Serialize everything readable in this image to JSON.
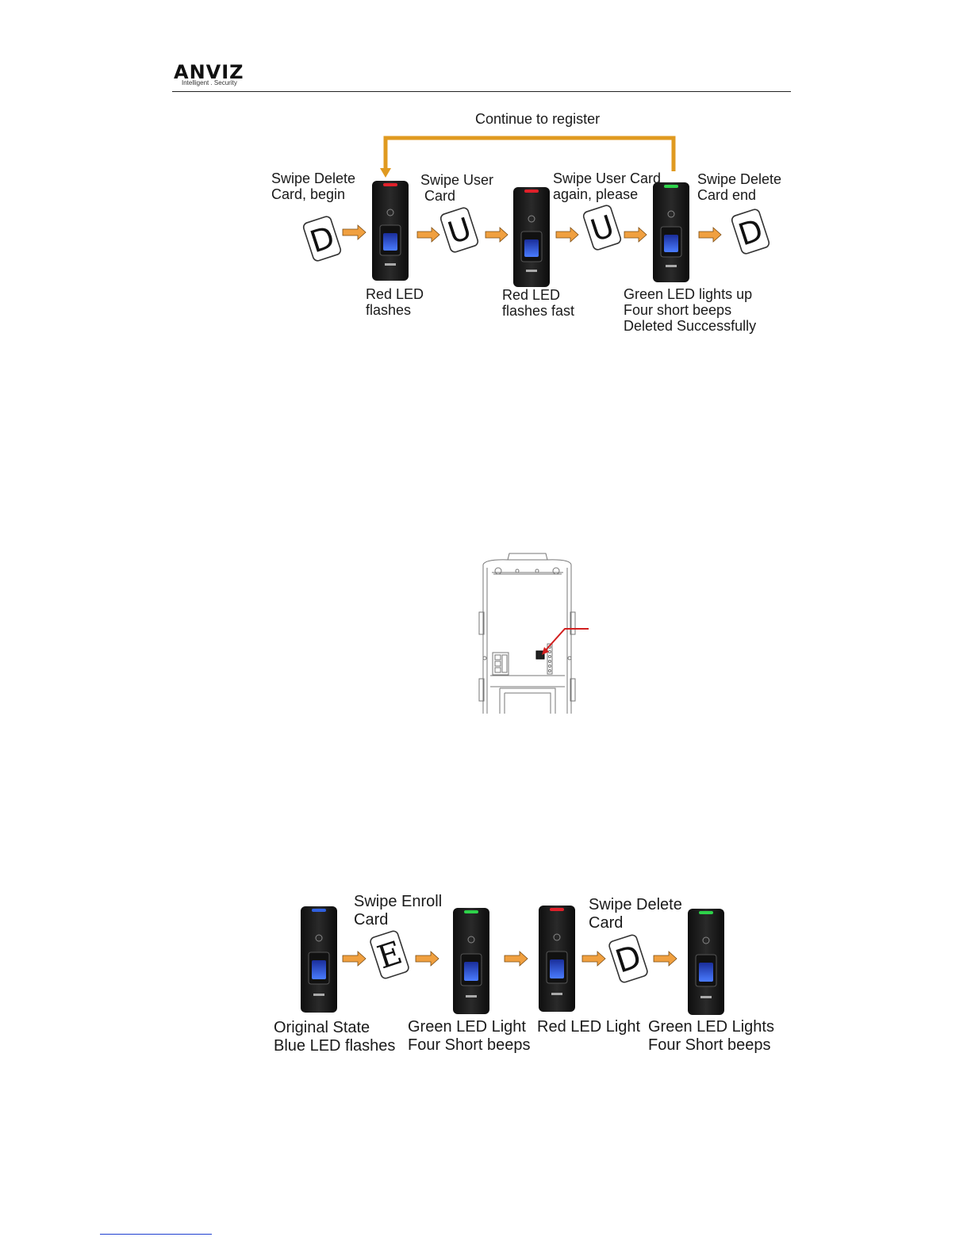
{
  "header": {
    "brand": "ANVIZ",
    "tagline": "Intelligent . Security"
  },
  "diagram1": {
    "loop_label": "Continue to register",
    "step_labels": [
      "Swipe Delete\nCard, begin",
      "Swipe User\n Card",
      "Swipe User Card\nagain, please",
      "Swipe Delete\nCard end"
    ],
    "device_labels": [
      "Red LED\nflashes",
      "Red LED\nflashes fast",
      "Green LED lights up\nFour short beeps\nDeleted Successfully"
    ],
    "cards": [
      "D",
      "U",
      "U",
      "D"
    ],
    "led_colors": [
      "#e0202a",
      "#e0202a",
      "#2ed24a"
    ]
  },
  "diagram3": {
    "step_labels": [
      "Swipe Enroll\nCard",
      "Swipe Delete\nCard"
    ],
    "device_labels": [
      "Original State\nBlue LED flashes",
      "Green LED Light\nFour Short beeps",
      "Red LED Light",
      "Green LED Lights\nFour Short beeps"
    ],
    "cards": [
      "E",
      "D"
    ],
    "led_colors": [
      "#3060e0",
      "#2ed24a",
      "#e0202a",
      "#2ed24a"
    ]
  },
  "colors": {
    "arrow": "#f0a040",
    "loop_line": "#e09a20",
    "callout": "#d22020"
  }
}
